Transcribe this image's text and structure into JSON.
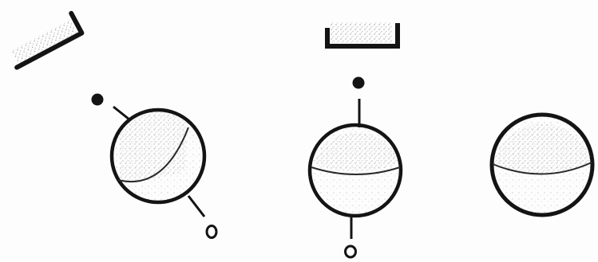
{
  "colors": {
    "background": "#fdfdfd",
    "ink": "#141414",
    "stipple": "#9a9a9a"
  },
  "figures": [
    {
      "name": "globe-tilted-with-plate",
      "description_elements": [
        "stippled-plate-tilted",
        "globe",
        "equator-tilted",
        "north-pole-dot-filled",
        "south-pole-dot-open"
      ]
    },
    {
      "name": "globe-upright-with-plate",
      "description_elements": [
        "stippled-plate-level",
        "globe",
        "equator-level",
        "north-pole-dot-filled",
        "south-pole-dot-open"
      ]
    },
    {
      "name": "globe-plain",
      "description_elements": [
        "globe",
        "equator-level"
      ]
    }
  ]
}
